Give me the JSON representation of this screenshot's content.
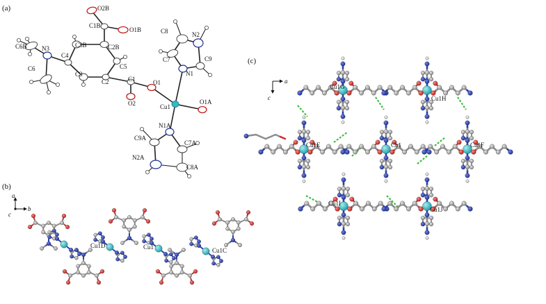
{
  "panels": {
    "a": "(a)",
    "b": "(b)",
    "c": "(c)"
  },
  "colors": {
    "carbon": "#9a9a9a",
    "nitrogen": "#2b3fb0",
    "oxygen": "#d23030",
    "copper": "#2fb5c0",
    "hbond": "#3fbf3f",
    "outline": "#222222"
  },
  "panel_a": {
    "labels": [
      "O2B",
      "O1B",
      "C1B",
      "C8",
      "N2",
      "C3B",
      "C2B",
      "C6B",
      "N3",
      "C4",
      "C7",
      "C9",
      "C5",
      "C6",
      "C3",
      "C2",
      "C1",
      "O1",
      "N1",
      "O2",
      "Cu1",
      "O1A",
      "N1A",
      "C9A",
      "C7A",
      "N2A",
      "C8A"
    ]
  },
  "panel_b": {
    "axis_a": "a",
    "axis_b": "b",
    "axis_c": "c",
    "labels": [
      "Cu1D",
      "Cu1",
      "Cu1C"
    ]
  },
  "panel_c": {
    "axis_a": "a",
    "axis_c": "c",
    "labels": [
      "Cu1G",
      "Cu1H",
      "Cu1E",
      "Cu1",
      "Cu1F",
      "Cu1I",
      "Cu1J"
    ]
  }
}
